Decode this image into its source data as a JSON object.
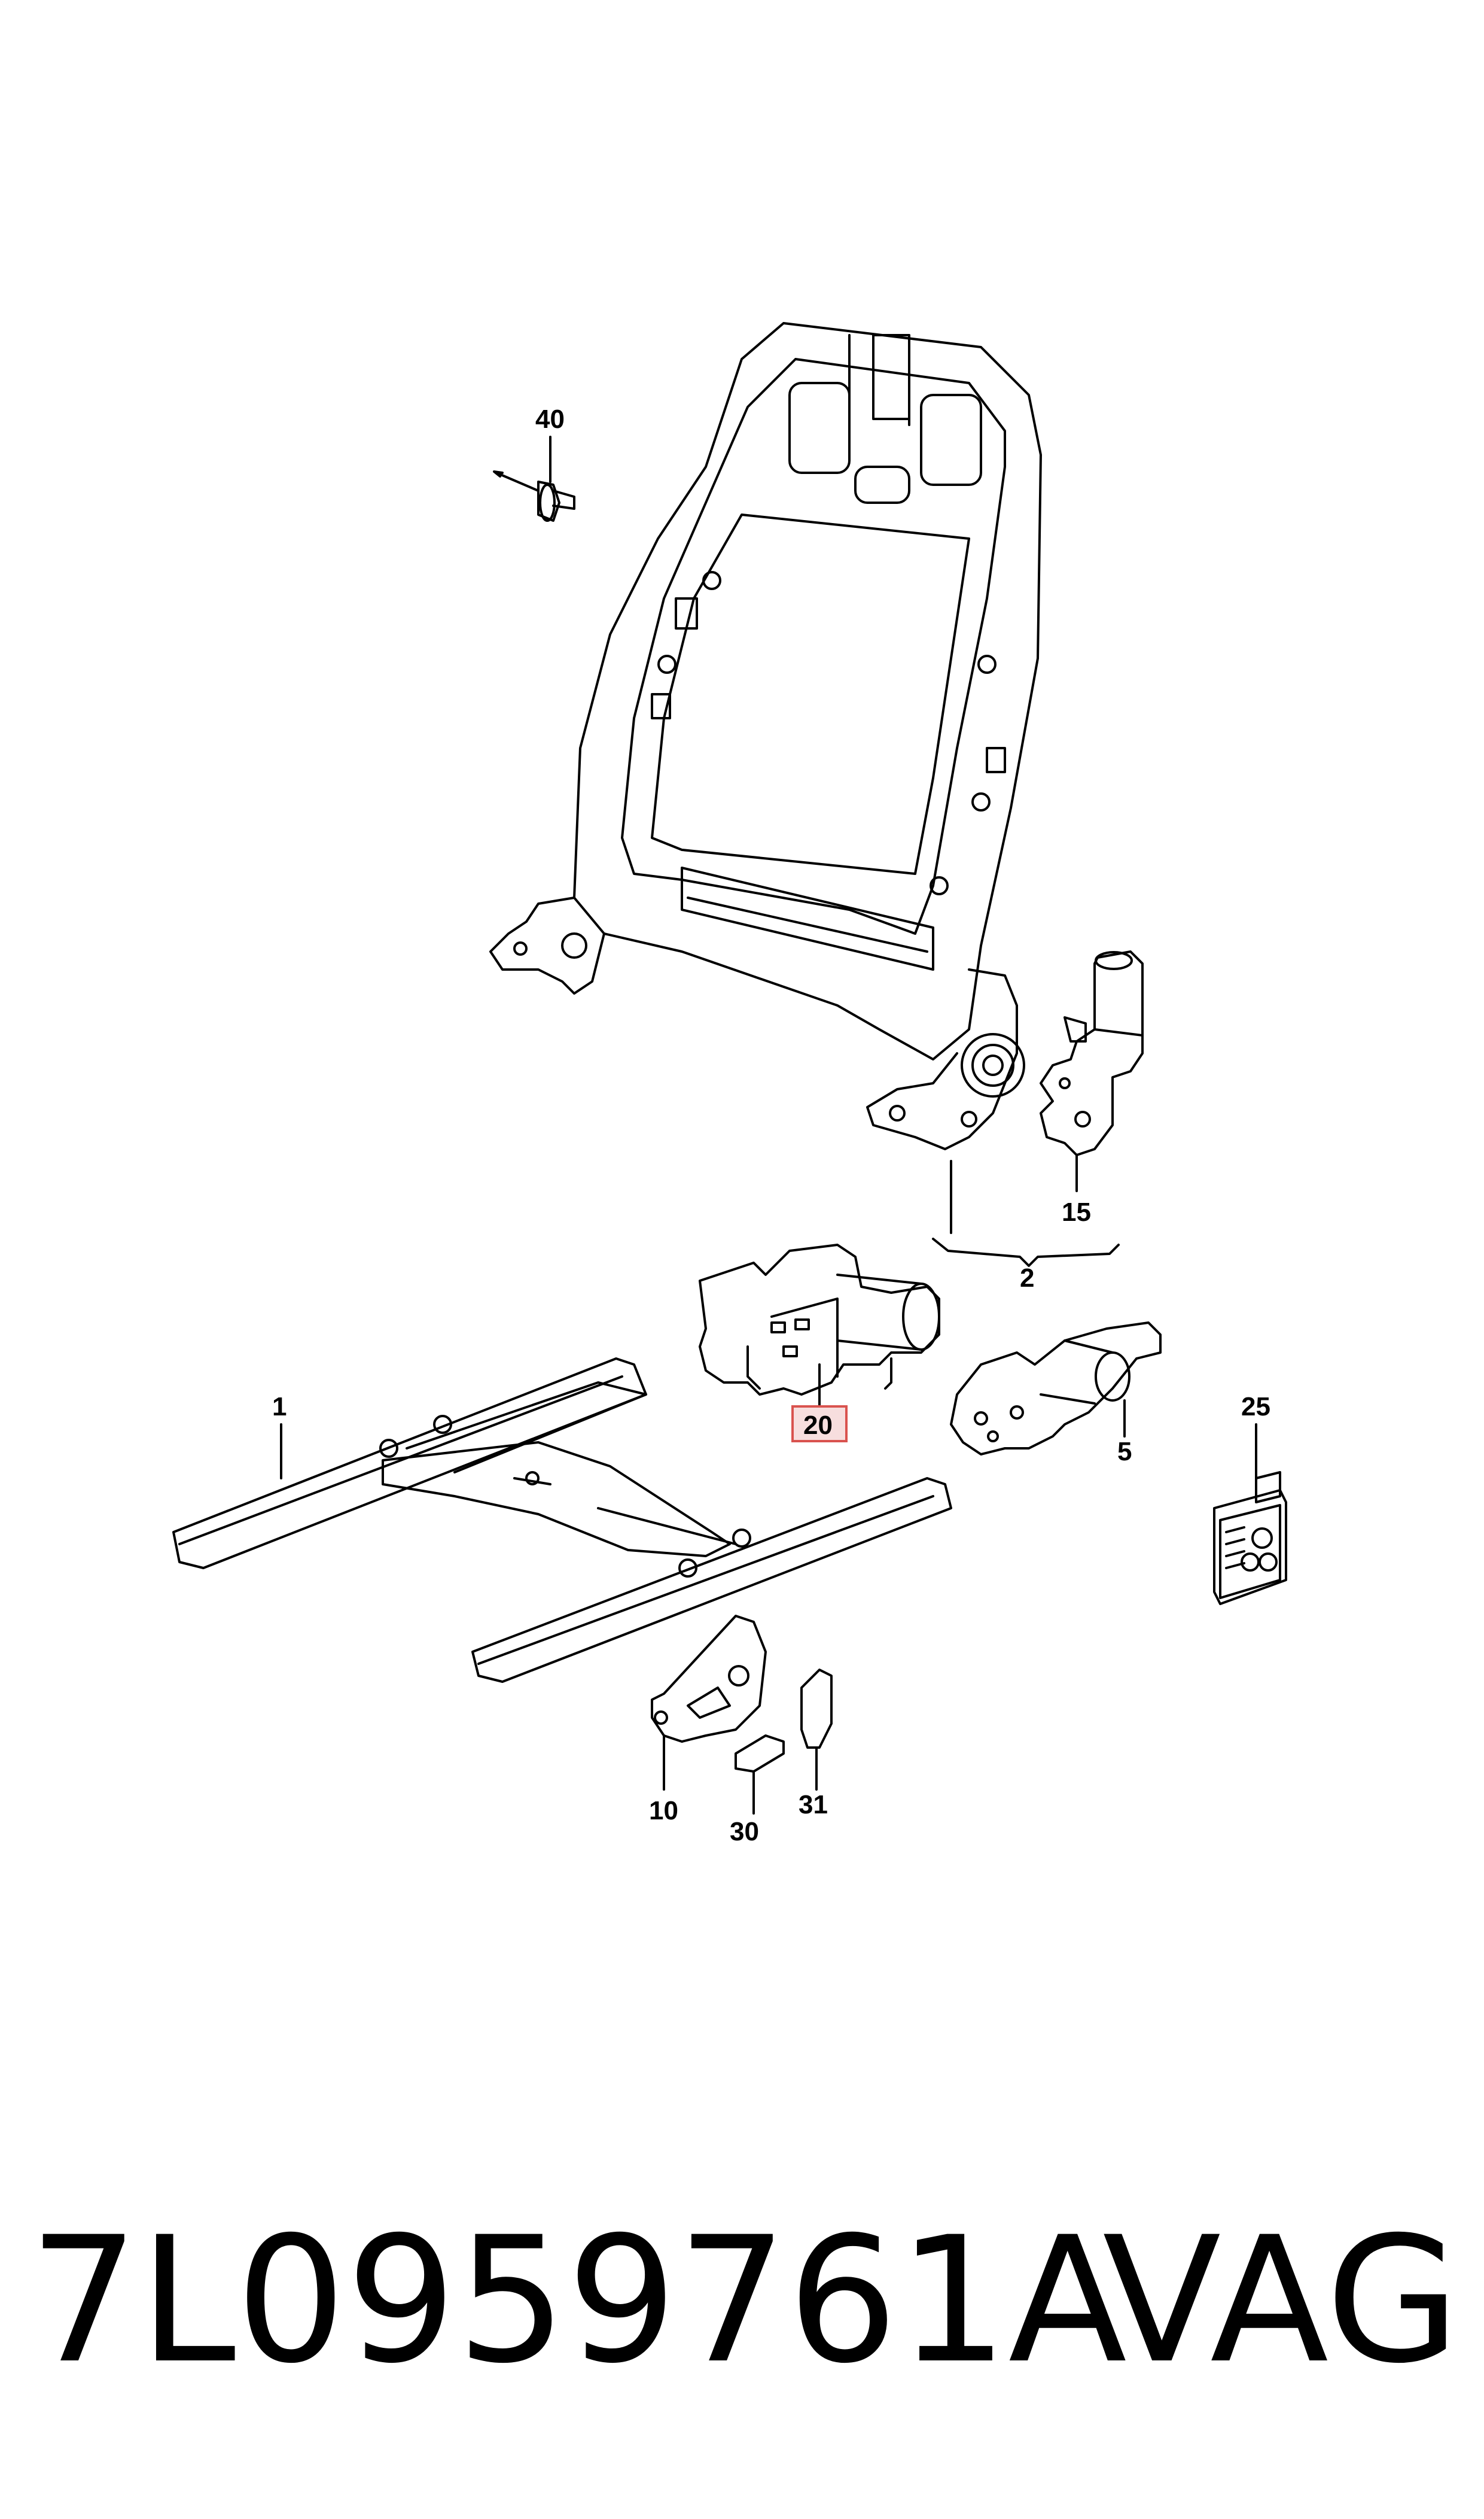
{
  "callouts": {
    "c40": "40",
    "c15": "15",
    "c2": "2",
    "c20": "20",
    "c1": "1",
    "c5": "5",
    "c25": "25",
    "c10": "10",
    "c30": "30",
    "c31": "31"
  },
  "highlighted_callout": "20",
  "highlight_color": "#d9534f",
  "footer": {
    "part_number": "7L0959761A",
    "brand": "VAG"
  }
}
